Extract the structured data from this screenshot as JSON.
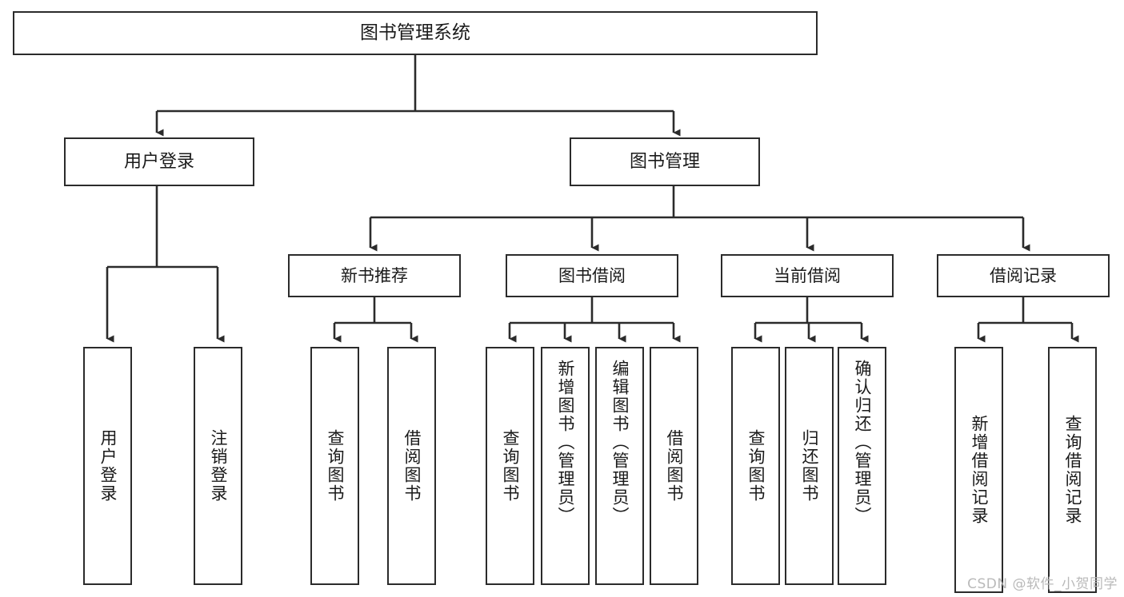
{
  "diagram": {
    "title": "图书管理系统",
    "watermark": "CSDN @软件_小贺同学",
    "colors": {
      "stroke": "#2b2b2b",
      "fill": "#ffffff",
      "text": "#1a1a1a",
      "watermark": "#b9b9b9"
    },
    "root": {
      "label": "图书管理系统"
    },
    "level1": [
      {
        "label": "用户登录"
      },
      {
        "label": "图书管理"
      }
    ],
    "level2": [
      {
        "label": "新书推荐"
      },
      {
        "label": "图书借阅"
      },
      {
        "label": "当前借阅"
      },
      {
        "label": "借阅记录"
      }
    ],
    "leaves": [
      {
        "label": "用户登录",
        "parent": "用户登录"
      },
      {
        "label": "注销登录",
        "parent": "用户登录"
      },
      {
        "label": "查询图书",
        "parent": "新书推荐"
      },
      {
        "label": "借阅图书",
        "parent": "新书推荐"
      },
      {
        "label": "查询图书",
        "parent": "图书借阅"
      },
      {
        "label": "新增图书（管理员）",
        "parent": "图书借阅"
      },
      {
        "label": "编辑图书（管理员）",
        "parent": "图书借阅"
      },
      {
        "label": "借阅图书",
        "parent": "图书借阅"
      },
      {
        "label": "查询图书",
        "parent": "当前借阅"
      },
      {
        "label": "归还图书",
        "parent": "当前借阅"
      },
      {
        "label": "确认归还（管理员）",
        "parent": "当前借阅"
      },
      {
        "label": "新增借阅记录",
        "parent": "借阅记录"
      },
      {
        "label": "查询借阅记录",
        "parent": "借阅记录"
      }
    ]
  },
  "chart_data": {
    "type": "tree",
    "title": "图书管理系统",
    "nodes": [
      {
        "id": "n0",
        "label": "图书管理系统",
        "level": 0,
        "parent": null
      },
      {
        "id": "n1",
        "label": "用户登录",
        "level": 1,
        "parent": "n0"
      },
      {
        "id": "n2",
        "label": "图书管理",
        "level": 1,
        "parent": "n0"
      },
      {
        "id": "n3",
        "label": "新书推荐",
        "level": 2,
        "parent": "n2"
      },
      {
        "id": "n4",
        "label": "图书借阅",
        "level": 2,
        "parent": "n2"
      },
      {
        "id": "n5",
        "label": "当前借阅",
        "level": 2,
        "parent": "n2"
      },
      {
        "id": "n6",
        "label": "借阅记录",
        "level": 2,
        "parent": "n2"
      },
      {
        "id": "n7",
        "label": "用户登录",
        "level": 3,
        "parent": "n1"
      },
      {
        "id": "n8",
        "label": "注销登录",
        "level": 3,
        "parent": "n1"
      },
      {
        "id": "n9",
        "label": "查询图书",
        "level": 3,
        "parent": "n3"
      },
      {
        "id": "n10",
        "label": "借阅图书",
        "level": 3,
        "parent": "n3"
      },
      {
        "id": "n11",
        "label": "查询图书",
        "level": 3,
        "parent": "n4"
      },
      {
        "id": "n12",
        "label": "新增图书（管理员）",
        "level": 3,
        "parent": "n4"
      },
      {
        "id": "n13",
        "label": "编辑图书（管理员）",
        "level": 3,
        "parent": "n4"
      },
      {
        "id": "n14",
        "label": "借阅图书",
        "level": 3,
        "parent": "n4"
      },
      {
        "id": "n15",
        "label": "查询图书",
        "level": 3,
        "parent": "n5"
      },
      {
        "id": "n16",
        "label": "归还图书",
        "level": 3,
        "parent": "n5"
      },
      {
        "id": "n17",
        "label": "确认归还（管理员）",
        "level": 3,
        "parent": "n5"
      },
      {
        "id": "n18",
        "label": "新增借阅记录",
        "level": 3,
        "parent": "n6"
      },
      {
        "id": "n19",
        "label": "查询借阅记录",
        "level": 3,
        "parent": "n6"
      }
    ]
  }
}
